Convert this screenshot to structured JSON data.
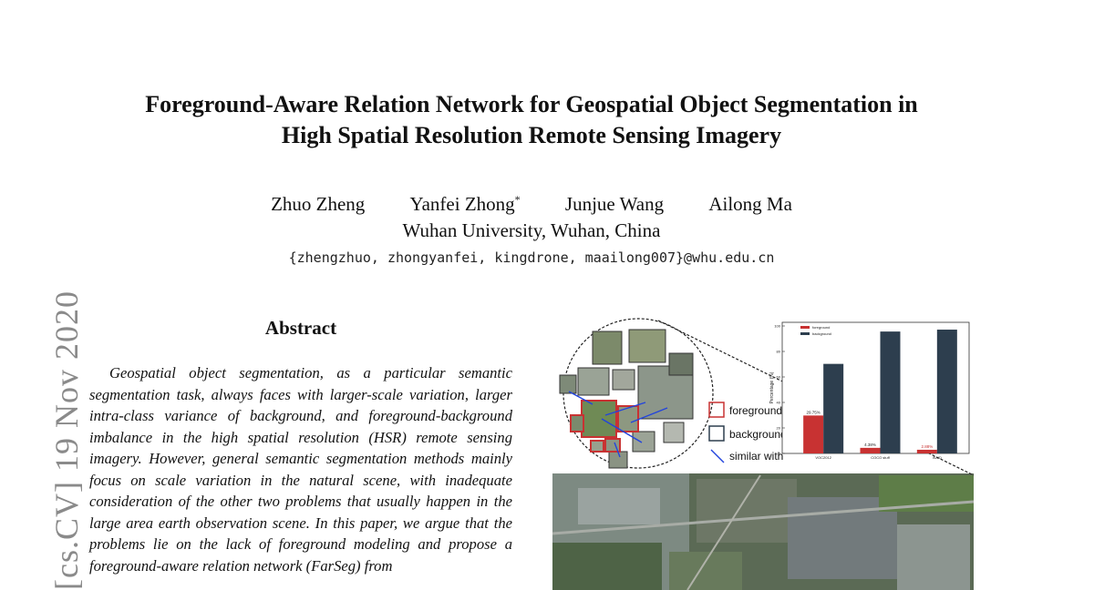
{
  "paper": {
    "title_line1": "Foreground-Aware Relation Network for Geospatial Object Segmentation in",
    "title_line2": "High Spatial Resolution Remote Sensing Imagery",
    "authors": [
      {
        "name": "Zhuo Zheng",
        "mark": ""
      },
      {
        "name": "Yanfei Zhong",
        "mark": "*"
      },
      {
        "name": "Junjue Wang",
        "mark": ""
      },
      {
        "name": "Ailong Ma",
        "mark": ""
      }
    ],
    "affiliation": "Wuhan University, Wuhan, China",
    "email": "{zhengzhuo, zhongyanfei, kingdrone, maailong007}@whu.edu.cn",
    "arxiv_stamp": "[cs.CV]  19 Nov 2020",
    "abstract_heading": "Abstract",
    "abstract_text": "Geospatial object segmentation, as a particular semantic segmentation task, always faces with larger-scale variation, larger intra-class variance of background, and foreground-background imbalance in the high spatial resolution (HSR) remote sensing imagery. However, general semantic segmentation methods mainly focus on scale variation in the natural scene, with inadequate consideration of the other two problems that usually happen in the large area earth observation scene. In this paper, we argue that the problems lie on the lack of foreground modeling and propose a foreground-aware relation network (FarSeg) from"
  },
  "figure": {
    "legend": {
      "foreground": "foreground",
      "background": "background",
      "similar_with": "similar with"
    },
    "colors": {
      "foreground": "#c83232",
      "background": "#2d3e4e",
      "link": "#2244dd"
    }
  },
  "chart_data": {
    "type": "bar",
    "categories": [
      "VOC2012",
      "COCO stuff",
      "iSAID"
    ],
    "series": [
      {
        "name": "foreground",
        "values": [
          29.75,
          4.38,
          2.88
        ]
      },
      {
        "name": "background",
        "values": [
          70.25,
          95.62,
          97.12
        ]
      }
    ],
    "data_labels": [
      "29.75%",
      "4.38%",
      "2.88%"
    ],
    "ylabel": "Percentage (%)",
    "yticks": [
      0,
      20,
      40,
      60,
      80,
      100
    ],
    "ylim": [
      0,
      100
    ],
    "legend_position": "top-left",
    "grid": false
  }
}
